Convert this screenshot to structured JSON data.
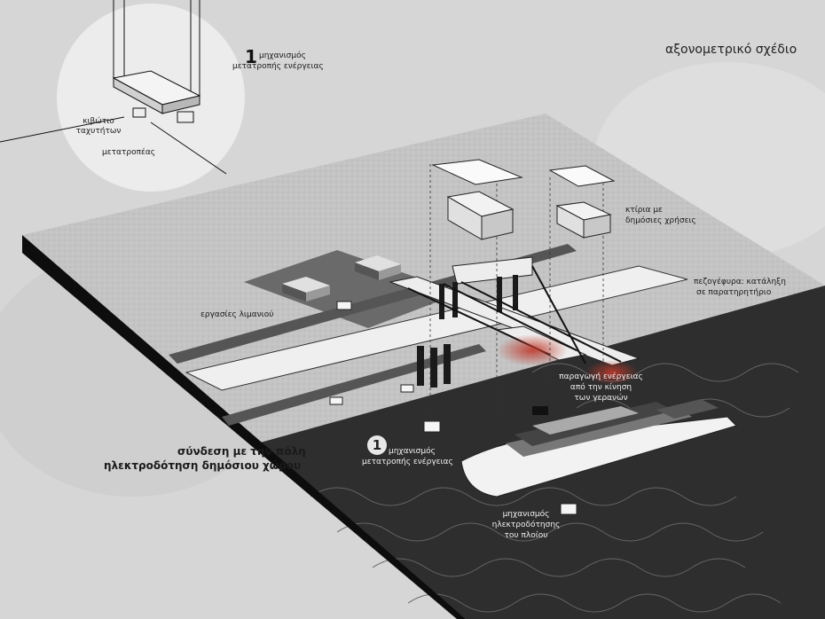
{
  "title": "αξονομετρικό σχέδιο",
  "inset": {
    "number": "1",
    "label_line1": "μηχανισμός",
    "label_line2": "μετατροπής ενέργειας",
    "gearbox_line1": "κιβώτιο",
    "gearbox_line2": "ταχυτήτων",
    "converter": "μετατροπέας"
  },
  "labels": {
    "buildings_line1": "κτίρια με",
    "buildings_line2": "δημόσιες χρήσεις",
    "footbridge_line1": "πεζογέφυρα: κατάληξη",
    "footbridge_line2": "σε παρατηρητήριο",
    "port_ops": "εργασίες λιμανιού",
    "energy_line1": "παραγωγή ενέργειας",
    "energy_line2": "από την κίνηση",
    "energy_line3": "των γερανών",
    "city_line1": "σύνδεση με την πόλη",
    "city_line2": "ηλεκτροδότηση δημόσιου χώρου",
    "mech_number": "1",
    "mech_line1": "μηχανισμός",
    "mech_line2": "μετατροπής ενέργειας",
    "ship_line1": "μηχανισμός",
    "ship_line2": "ηλεκτροδότησης",
    "ship_line3": "του πλοίου"
  },
  "colors": {
    "background": "#d9d9d9",
    "platform": "#bdbdbd",
    "water": "#2e2e2e",
    "accent_red": "#b22222"
  }
}
